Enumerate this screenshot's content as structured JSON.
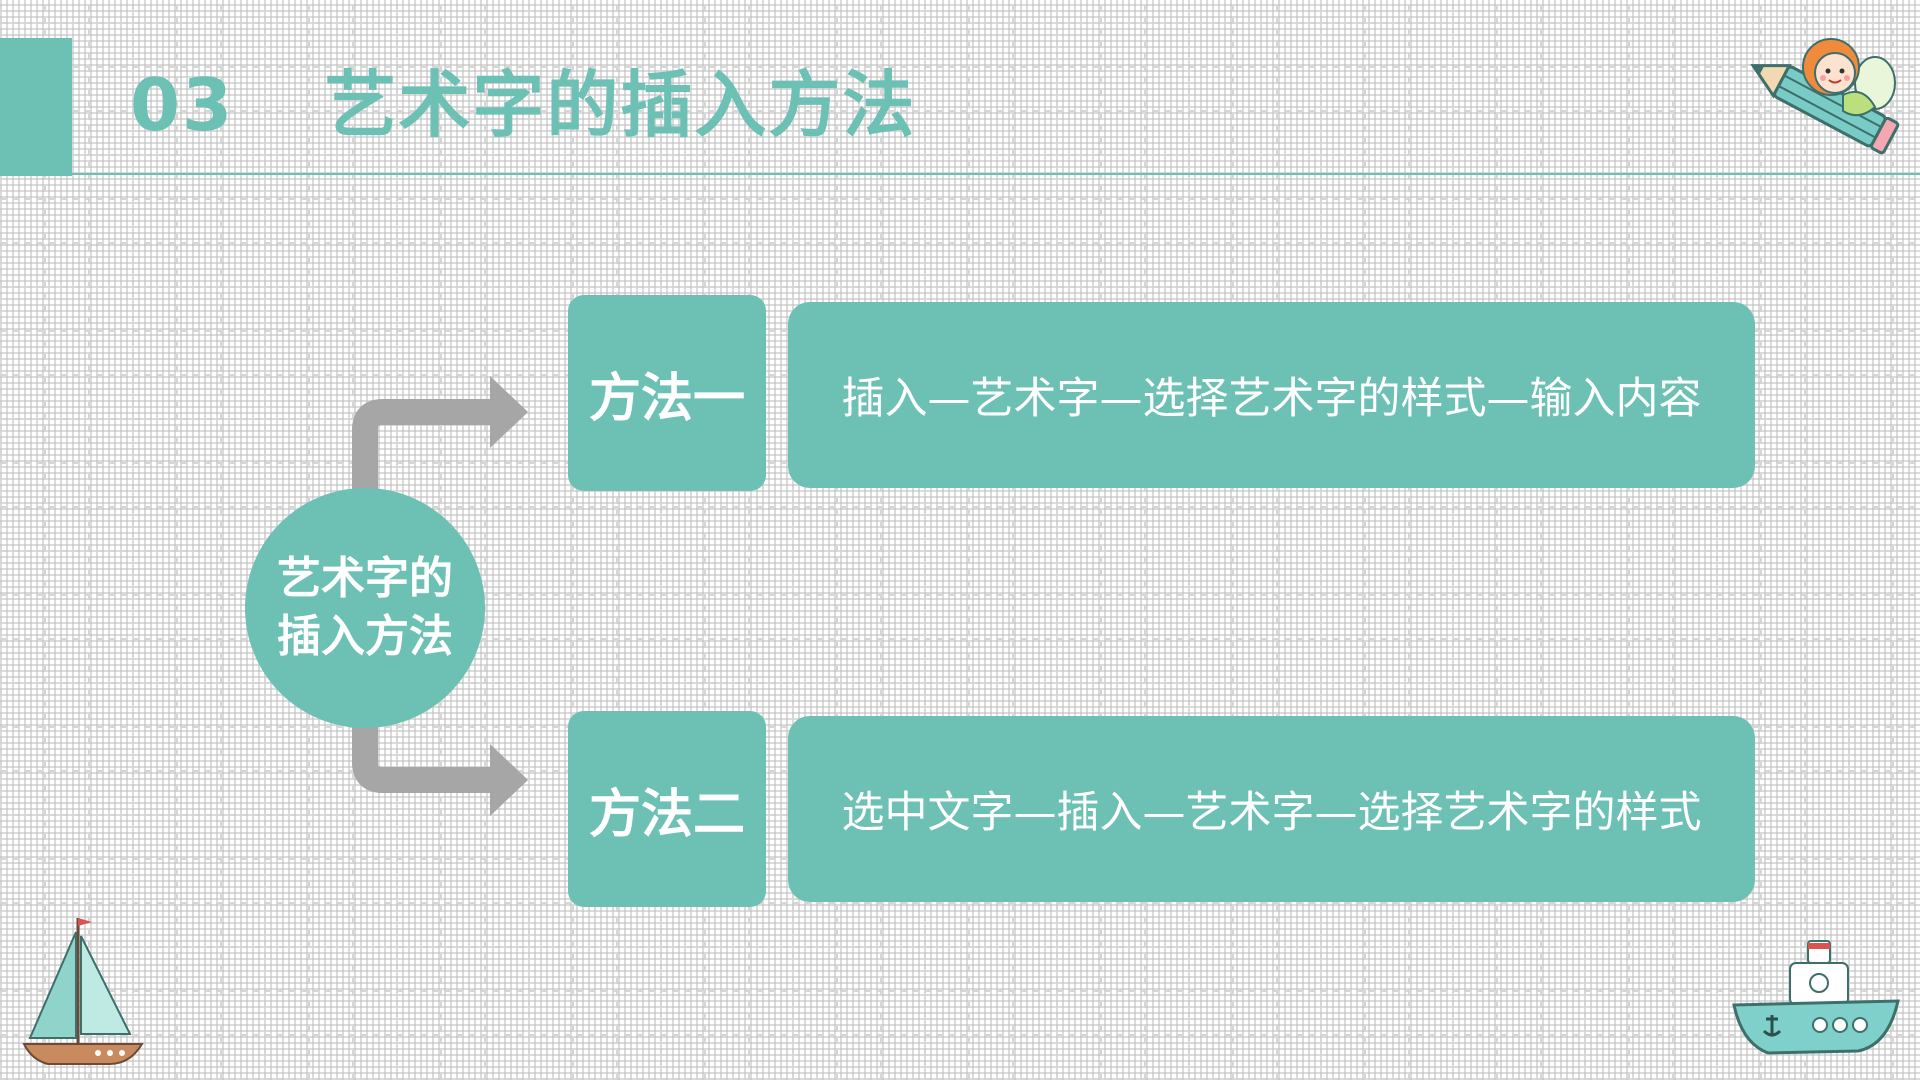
{
  "slide": {
    "number": "03",
    "title": "艺术字的插入方法"
  },
  "hub": {
    "line1": "艺术字的",
    "line2": "插入方法"
  },
  "methods": [
    {
      "label": "方法一",
      "description": "插入—艺术字—选择艺术字的样式—输入内容"
    },
    {
      "label": "方法二",
      "description": "选中文字—插入—艺术字—选择艺术字的样式"
    }
  ],
  "colors": {
    "accent": "#6dc0b4",
    "arrow": "#a6a6a6",
    "grid": "#d6d6d6",
    "text_on_accent": "#ffffff"
  },
  "icons": [
    "fairy-pencil-icon",
    "sailboat-icon",
    "steamboat-icon"
  ]
}
